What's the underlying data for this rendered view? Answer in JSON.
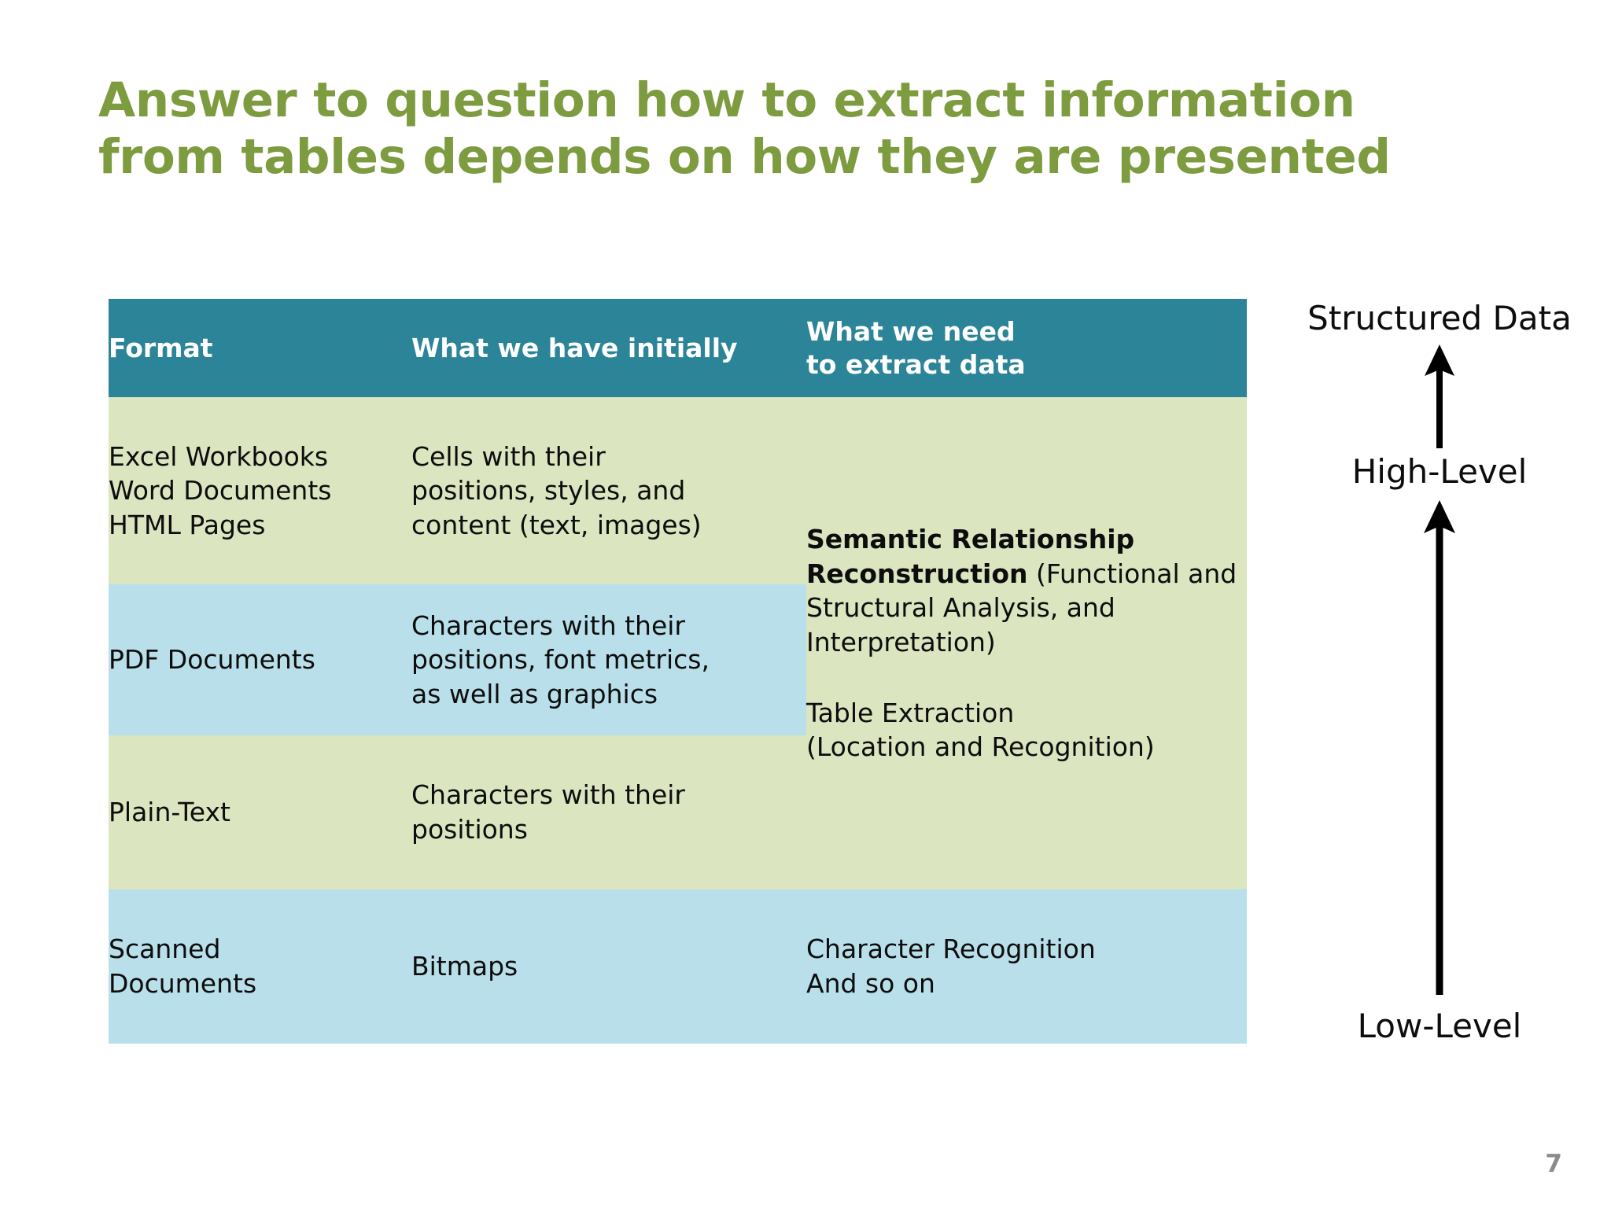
{
  "slide": {
    "title_line1": "Answer to question how to extract information",
    "title_line2": "from tables depends on how they are presented",
    "title_color": "#7d9b3f",
    "page_number": "7"
  },
  "table": {
    "header_bg": "#2c8499",
    "green_bg": "#dbe5c0",
    "blue_bg": "#b9dfea",
    "headers": {
      "format": "Format",
      "initial": "What we have initially",
      "need_line1": "What we need",
      "need_line2": "to extract data"
    },
    "rows": [
      {
        "format_lines": [
          "Excel Workbooks",
          "Word Documents",
          "HTML Pages"
        ],
        "initial_lines": [
          "Cells with their",
          "positions, styles, and",
          "content (text, images)"
        ],
        "shade": "green"
      },
      {
        "format_lines": [
          "PDF Documents"
        ],
        "initial_lines": [
          "Characters with their",
          "positions, font metrics,",
          "as well as graphics"
        ],
        "shade": "blue"
      },
      {
        "format_lines": [
          "Plain-Text"
        ],
        "initial_lines": [
          "Characters with their",
          "positions"
        ],
        "shade": "green"
      },
      {
        "format_lines": [
          "Scanned",
          "Documents"
        ],
        "initial_lines": [
          "Bitmaps"
        ],
        "shade": "blue"
      }
    ],
    "need_merged": {
      "bold_part": "Semantic Relationship Reconstruction",
      "rest_part": " (Functional and Structural Analysis, and Interpretation)",
      "second_line1": "Table Extraction",
      "second_line2": "(Location and Recognition)"
    },
    "need_last": {
      "line1": "Character Recognition",
      "line2": "And so on"
    }
  },
  "scale": {
    "top_label": "Structured Data",
    "mid_label": "High-Level",
    "bottom_label": "Low-Level"
  }
}
